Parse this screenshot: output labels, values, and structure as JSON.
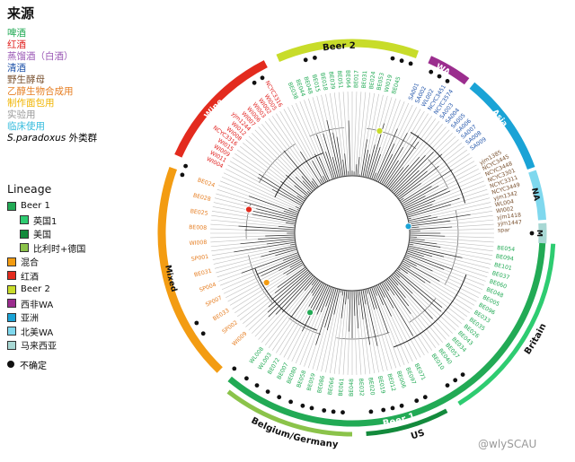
{
  "source_legend": {
    "title": "来源",
    "items": [
      {
        "label": "啤酒",
        "color": "#22aa55"
      },
      {
        "label": "红酒",
        "color": "#e0201e"
      },
      {
        "label": "蒸馏酒（白酒）",
        "color": "#9b59b6"
      },
      {
        "label": "清酒",
        "color": "#2255aa"
      },
      {
        "label": "野生酵母",
        "color": "#7a5230"
      },
      {
        "label": "乙醇生物合成用",
        "color": "#e67e22"
      },
      {
        "label": "制作面包用",
        "color": "#f0b400"
      },
      {
        "label": "实验用",
        "color": "#999999"
      },
      {
        "label": "临床使用",
        "color": "#33bbdd"
      }
    ],
    "outgroup": {
      "species": "S.paradoxus",
      "label": "外类群"
    }
  },
  "lineage_legend": {
    "title": "Lineage",
    "items": [
      {
        "label": "Beer 1",
        "color": "#22aa55",
        "sub": false
      },
      {
        "label": "英国1",
        "color": "#2ecc71",
        "sub": true
      },
      {
        "label": "美国",
        "color": "#138a3c",
        "sub": true
      },
      {
        "label": "比利时+德国",
        "color": "#8bc34a",
        "sub": true
      },
      {
        "label": "混合",
        "color": "#f39c12",
        "sub": false
      },
      {
        "label": "红酒",
        "color": "#e32b1e",
        "sub": false
      },
      {
        "label": "Beer 2",
        "color": "#c8dc2a",
        "sub": false
      },
      {
        "label": "西非WA",
        "color": "#9b2d8e",
        "sub": false
      },
      {
        "label": "亚洲",
        "color": "#1aa3d6",
        "sub": false
      },
      {
        "label": "北美WA",
        "color": "#7fd8ee",
        "sub": false
      },
      {
        "label": "马来西亚",
        "color": "#a8d8d4",
        "sub": false
      }
    ],
    "uncertain_label": "不确定"
  },
  "clade_labels": {
    "beer2": "Beer 2",
    "wa": "WA",
    "asia": "Asia",
    "na": "NA",
    "m": "M",
    "britain": "Britain",
    "beer1": "Beer 1",
    "us": "US",
    "belgium": "Belgium/Germany",
    "mixed": "Mixed",
    "wine": "Wine"
  },
  "leaf_labels": {
    "wine": [
      "WI004",
      "WI011",
      "WI009",
      "WI015",
      "NCYC3316",
      "WI008",
      "WI012",
      "yjm1244",
      "WI007",
      "WI006",
      "WI003",
      "WI002",
      "WI005",
      "NCYC3316"
    ],
    "beer2": [
      "BE038",
      "BE044",
      "BE048",
      "BE015",
      "BE018",
      "BE039",
      "BE051",
      "BE064",
      "BE017",
      "BE031",
      "BE024",
      "BE053",
      "WI019",
      "BE045"
    ],
    "wa_asia": [
      "SA001",
      "SA002",
      "WL002",
      "NCYC3451",
      "NCYC3574",
      "SA003",
      "SA004",
      "SA005",
      "SA006",
      "SA007",
      "SA008",
      "SA009"
    ],
    "na": [
      "yjm1385",
      "NCYC3445",
      "NCYC3448",
      "NCYC3301",
      "NCYC3311",
      "NCYC3449",
      "yjm1342",
      "WL004",
      "WI002",
      "yjm1418",
      "yjm1447",
      "spar"
    ],
    "britain": [
      "BE054",
      "BE094",
      "BE101",
      "BE037",
      "BE060",
      "BE048",
      "BE005",
      "BE096",
      "BE033",
      "BE035",
      "BE026",
      "BE043",
      "BE034",
      "BE057",
      "BE040",
      "BE010"
    ],
    "mixed": [
      "WI009",
      "SP002",
      "BE033",
      "SP007",
      "SP004",
      "BE031",
      "SP001",
      "WI008",
      "BE008",
      "BE025",
      "BE028",
      "BE024"
    ],
    "bottom": [
      "BE071",
      "BE097",
      "BE006",
      "BE012",
      "BE019",
      "BE020",
      "BE032",
      "BE048",
      "BE061",
      "BE066",
      "BE086",
      "BE059",
      "BE058",
      "BE080",
      "BE007",
      "BE072",
      "WL003",
      "WL008"
    ]
  },
  "watermark": "@wlySCAU"
}
